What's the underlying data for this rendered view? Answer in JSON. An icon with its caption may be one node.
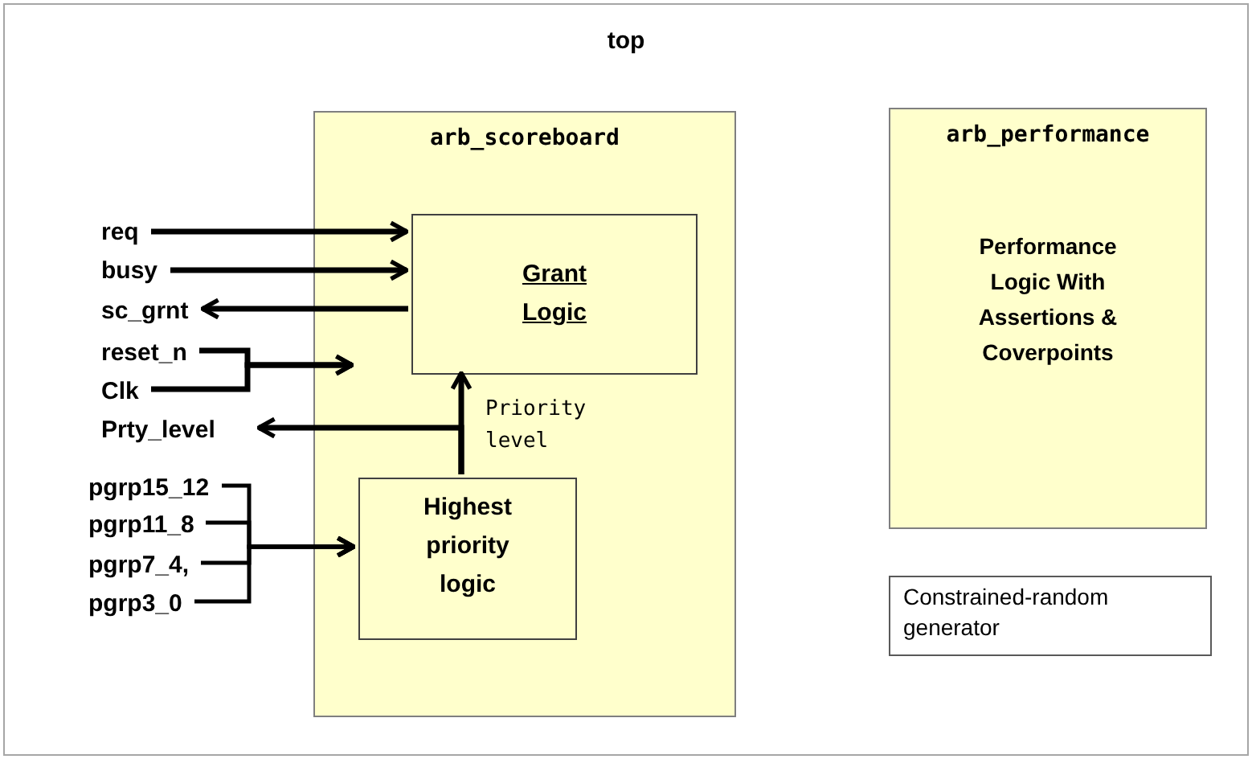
{
  "diagram": {
    "nodes": [
      {
        "text": [
          "top"
        ]
      },
      {
        "text": [
          "arb_scoreboard"
        ],
        "in": 0
      },
      {
        "text": [
          "Grant Logic"
        ],
        "in": 1
      },
      {
        "text": [
          "Highest priority logic"
        ],
        "in": 1
      },
      {
        "text": [
          "arb_performance",
          "Performance Logic With Assertions & Coverpoints"
        ],
        "in": 0
      },
      {
        "text": [
          "Constrained-random generator"
        ],
        "in": 0
      },
      {
        "text": [
          "req"
        ],
        "in": 0
      },
      {
        "text": [
          "busy"
        ],
        "in": 0
      },
      {
        "text": [
          "sc_grnt"
        ],
        "in": 0
      },
      {
        "text": [
          "reset_n"
        ],
        "in": 0
      },
      {
        "text": [
          "Clk"
        ],
        "in": 0
      },
      {
        "text": [
          "Prty_level"
        ],
        "in": 0
      },
      {
        "text": [
          "pgrp15_12"
        ],
        "in": 0
      },
      {
        "text": [
          "pgrp11_8"
        ],
        "in": 0
      },
      {
        "text": [
          "pgrp7_4,"
        ],
        "in": 0
      },
      {
        "text": [
          "pgrp3_0"
        ],
        "in": 0
      }
    ],
    "edges": [
      {
        "from": 6,
        "to": 2,
        "arrow": "to"
      },
      {
        "from": 7,
        "to": 2,
        "arrow": "to"
      },
      {
        "from": 2,
        "to": 8,
        "arrow": "to"
      },
      {
        "from": 9,
        "to": 1,
        "arrow": "to"
      },
      {
        "from": 10,
        "to": 1,
        "arrow": "to"
      },
      {
        "from": 3,
        "to": 2,
        "arrow": "to",
        "label": "Priority level"
      },
      {
        "from": 3,
        "to": 11,
        "arrow": "to"
      },
      {
        "from": 12,
        "to": 3,
        "arrow": "to"
      },
      {
        "from": 13,
        "to": 3,
        "arrow": "to"
      },
      {
        "from": 14,
        "to": 3,
        "arrow": "to"
      },
      {
        "from": 15,
        "to": 3,
        "arrow": "to"
      }
    ]
  }
}
